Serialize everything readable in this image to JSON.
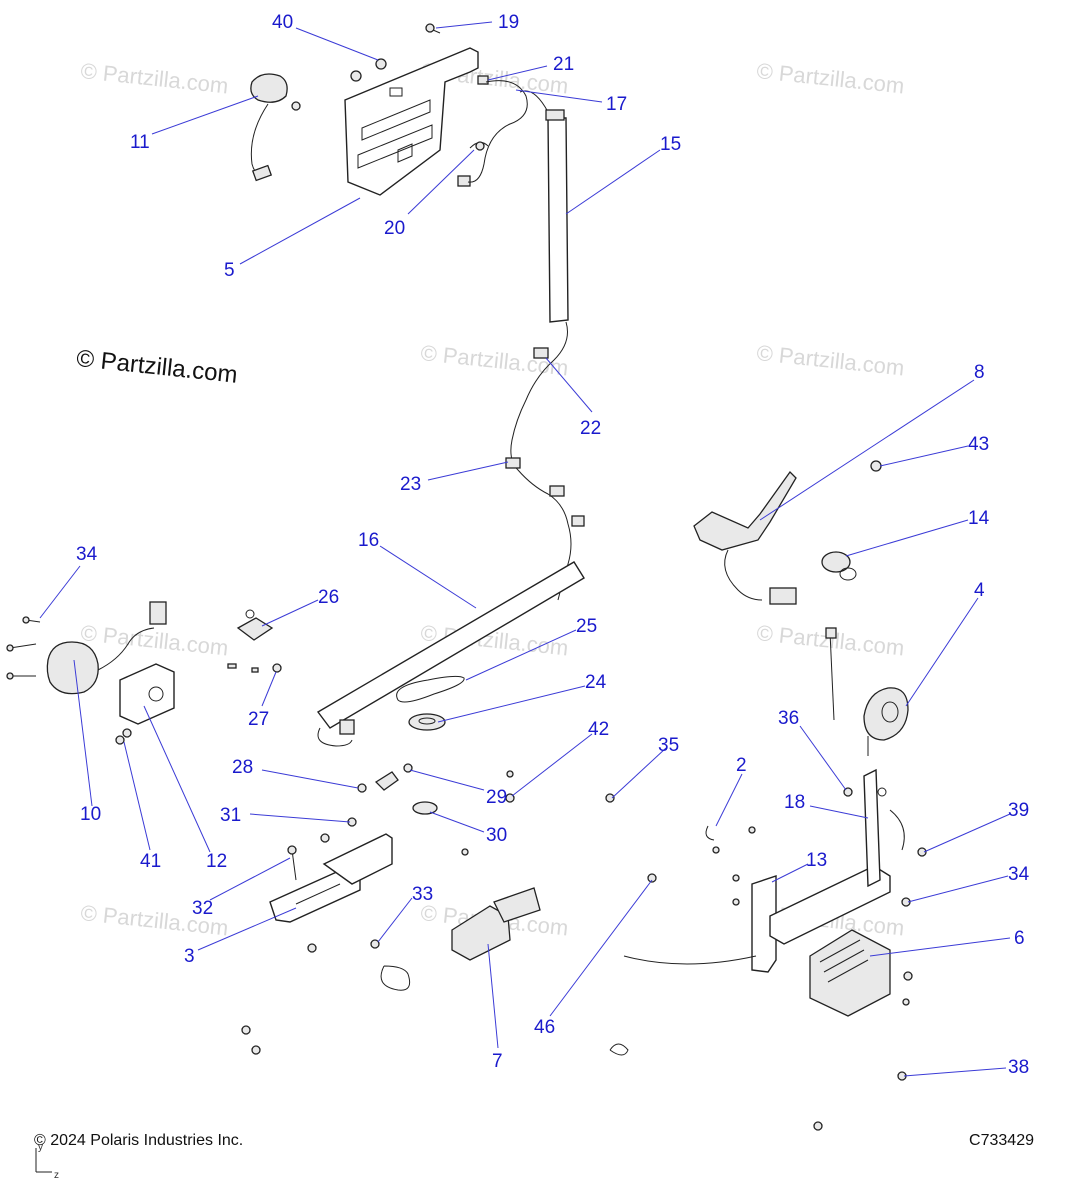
{
  "watermark": "© Partzilla.com",
  "brand_text": "© Partzilla.com",
  "footer": {
    "copyright": "© 2024 Polaris Industries Inc.",
    "diagram_code": "C733429"
  },
  "axis_labels": {
    "y": "y",
    "z": "z"
  },
  "callouts": [
    "40",
    "19",
    "21",
    "17",
    "11",
    "15",
    "20",
    "5",
    "8",
    "22",
    "43",
    "23",
    "14",
    "16",
    "34",
    "26",
    "25",
    "24",
    "4",
    "36",
    "42",
    "35",
    "27",
    "28",
    "2",
    "29",
    "18",
    "39",
    "10",
    "31",
    "30",
    "41",
    "12",
    "13",
    "34",
    "32",
    "33",
    "6",
    "3",
    "46",
    "7",
    "38"
  ],
  "colors": {
    "callout": "#1a1acc",
    "leader": "#3b3bd6",
    "line": "#222222"
  }
}
